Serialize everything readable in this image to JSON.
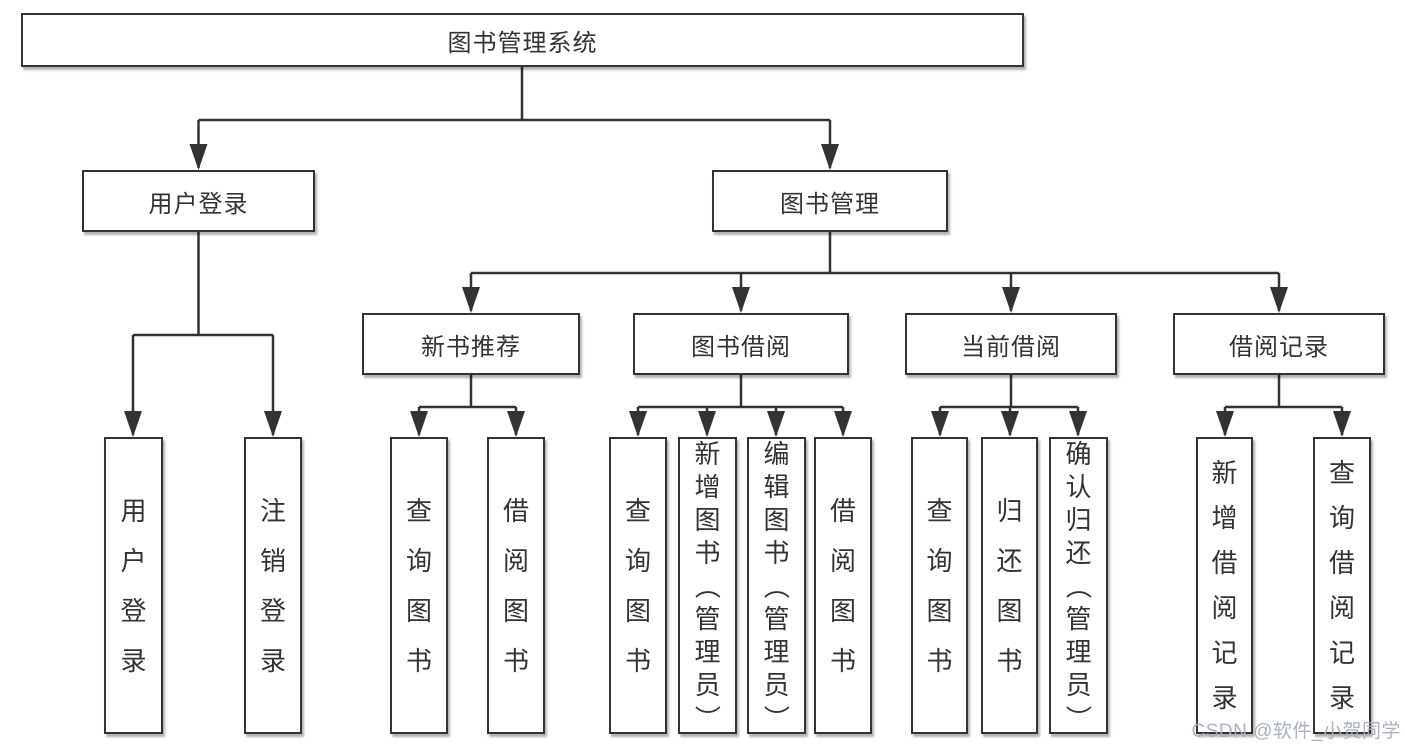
{
  "diagram": {
    "type": "hierarchy-tree",
    "title": "图书管理系统",
    "watermark": "CSDN @软件_小贺同学",
    "colors": {
      "line": "#333333",
      "box_border": "#333333",
      "box_background": "#ffffff",
      "text": "#333333",
      "watermark": "#a8aeba"
    }
  },
  "nodes": {
    "root": "图书管理系统",
    "user_login_group": "用户登录",
    "book_mgmt": "图书管理",
    "new_book_rec": "新书推荐",
    "book_borrow": "图书借阅",
    "current_borrow": "当前借阅",
    "borrow_records": "借阅记录",
    "leaf_user_login": "用户登录",
    "leaf_logout": "注销登录",
    "leaf_query_books_1": "查询图书",
    "leaf_borrow_books_1": "借阅图书",
    "leaf_query_books_2": "查询图书",
    "leaf_add_book": "新增图书（管理员）",
    "leaf_edit_book": "编辑图书（管理员）",
    "leaf_borrow_books_2": "借阅图书",
    "leaf_query_books_3": "查询图书",
    "leaf_return_book": "归还图书",
    "leaf_confirm_return": "确认归还（管理员）",
    "leaf_add_record": "新增借阅记录",
    "leaf_query_record": "查询借阅记录"
  },
  "tree": {
    "图书管理系统": {
      "用户登录": [
        "用户登录",
        "注销登录"
      ],
      "图书管理": {
        "新书推荐": [
          "查询图书",
          "借阅图书"
        ],
        "图书借阅": [
          "查询图书",
          "新增图书（管理员）",
          "编辑图书（管理员）",
          "借阅图书"
        ],
        "当前借阅": [
          "查询图书",
          "归还图书",
          "确认归还（管理员）"
        ],
        "借阅记录": [
          "新增借阅记录",
          "查询借阅记录"
        ]
      }
    }
  }
}
